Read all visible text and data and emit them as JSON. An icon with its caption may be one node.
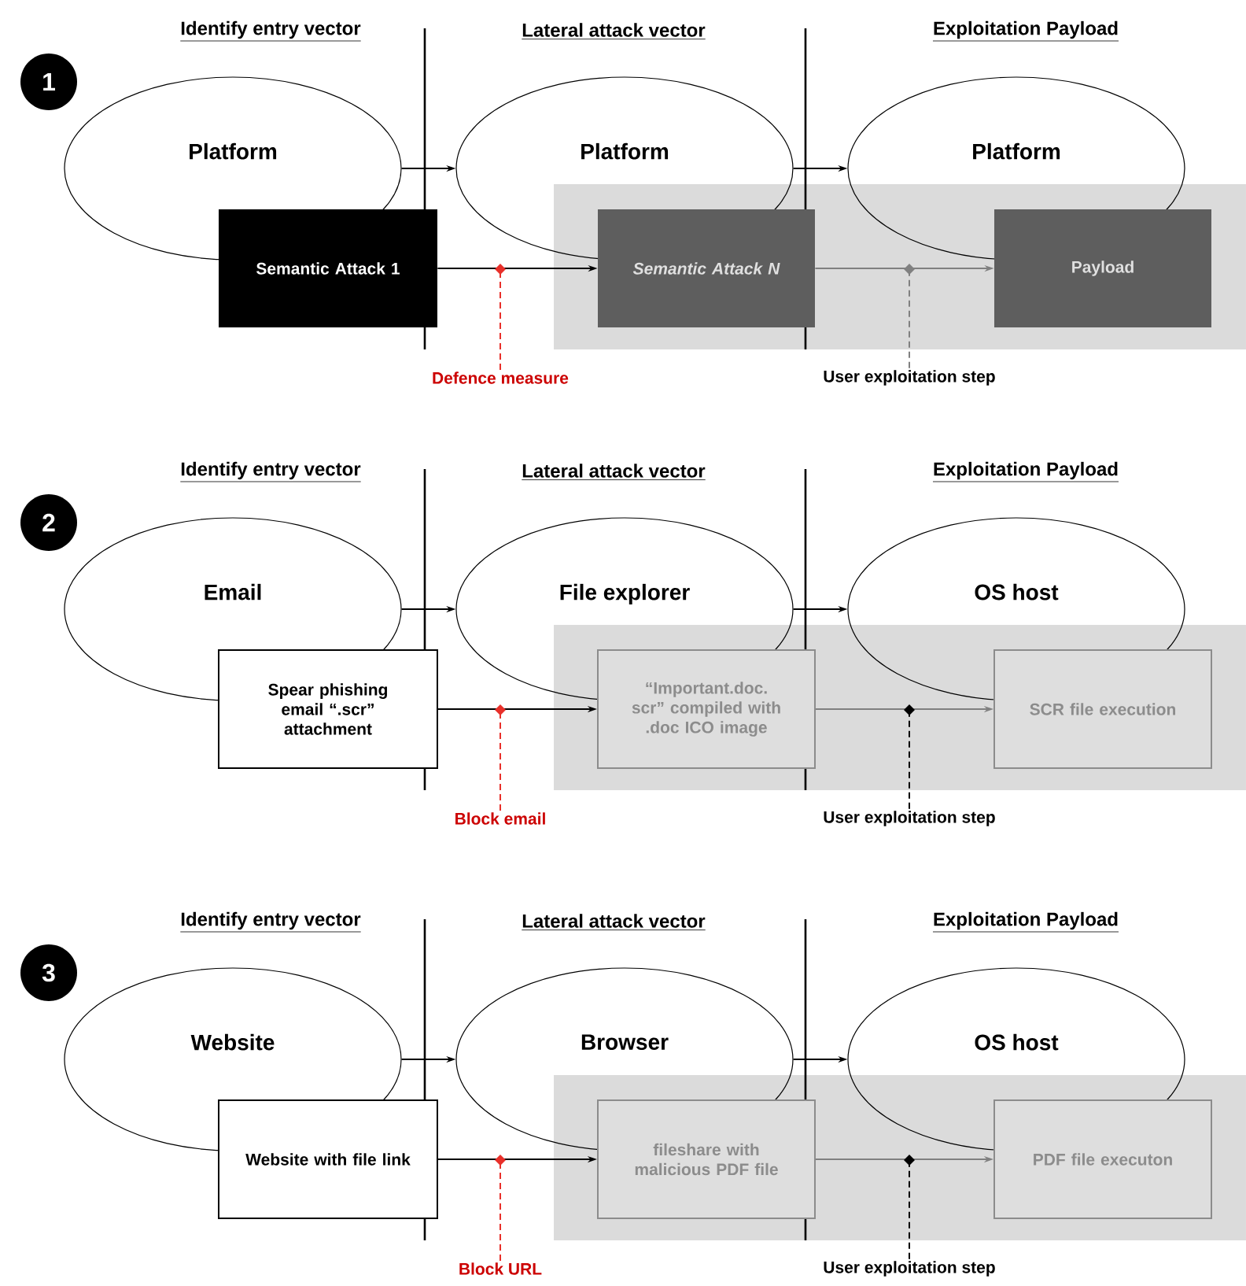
{
  "diagram": {
    "nodes": [
      {
        "text": [
          "1"
        ]
      },
      {
        "text": [
          "Platform"
        ]
      },
      {
        "text": [
          "Platform"
        ]
      },
      {
        "text": [
          "Platform"
        ]
      },
      {
        "text": [
          "Semantic Attack 1"
        ]
      },
      {
        "text": [
          "Semantic Attack N"
        ]
      },
      {
        "text": [
          "Payload"
        ]
      },
      {
        "text": [
          "Defence measure"
        ]
      },
      {
        "text": [
          "User exploitation step"
        ]
      },
      {
        "text": [
          "2"
        ]
      },
      {
        "text": [
          "Email"
        ]
      },
      {
        "text": [
          "File explorer"
        ]
      },
      {
        "text": [
          "OS host"
        ]
      },
      {
        "text": [
          "Spear phishing email “.scr” attachment"
        ]
      },
      {
        "text": [
          "“Important.doc. scr” compiled with .doc ICO image"
        ]
      },
      {
        "text": [
          "SCR file execution"
        ]
      },
      {
        "text": [
          "Block email"
        ]
      },
      {
        "text": [
          "User exploitation step"
        ]
      },
      {
        "text": [
          "3"
        ]
      },
      {
        "text": [
          "Website"
        ]
      },
      {
        "text": [
          "Browser"
        ]
      },
      {
        "text": [
          "OS host"
        ]
      },
      {
        "text": [
          "Website with file link"
        ]
      },
      {
        "text": [
          "fileshare with malicious PDF file"
        ]
      },
      {
        "text": [
          "PDF file executon"
        ]
      },
      {
        "text": [
          "Block URL"
        ]
      },
      {
        "text": [
          "User exploitation step"
        ]
      }
    ],
    "edges": [
      {
        "from": 1,
        "to": 2,
        "arrow": "to"
      },
      {
        "from": 2,
        "to": 3,
        "arrow": "to"
      },
      {
        "from": 4,
        "to": 5,
        "arrow": "to"
      },
      {
        "from": 5,
        "to": 6,
        "arrow": "to",
        "color": "#808080"
      },
      {
        "from": 7,
        "to": null,
        "arrow": "other",
        "style": "dashed",
        "color": "#e8302a"
      },
      {
        "from": 8,
        "to": null,
        "arrow": "other",
        "style": "dashed",
        "color": "#808080"
      },
      {
        "from": 10,
        "to": 11,
        "arrow": "to"
      },
      {
        "from": 11,
        "to": 12,
        "arrow": "to"
      },
      {
        "from": 13,
        "to": 14,
        "arrow": "to"
      },
      {
        "from": 14,
        "to": 15,
        "arrow": "to",
        "color": "#808080"
      },
      {
        "from": 16,
        "to": null,
        "arrow": "other",
        "style": "dashed",
        "color": "#e8302a"
      },
      {
        "from": 17,
        "to": null,
        "arrow": "other",
        "style": "dashed"
      },
      {
        "from": 19,
        "to": 20,
        "arrow": "to"
      },
      {
        "from": 20,
        "to": 21,
        "arrow": "to"
      },
      {
        "from": 22,
        "to": 23,
        "arrow": "to"
      },
      {
        "from": 23,
        "to": 24,
        "arrow": "to",
        "color": "#808080"
      },
      {
        "from": 25,
        "to": null,
        "arrow": "other",
        "style": "dashed",
        "color": "#e8302a"
      },
      {
        "from": 26,
        "to": null,
        "arrow": "other",
        "style": "dashed"
      }
    ],
    "labels": [
      "Identify entry vector",
      "Lateral attack vector",
      "Exploitation Payload",
      "Identify entry vector",
      "Lateral attack vector",
      "Exploitation Payload",
      "Identify entry vector",
      "Lateral attack vector",
      "Exploitation Payload"
    ]
  }
}
